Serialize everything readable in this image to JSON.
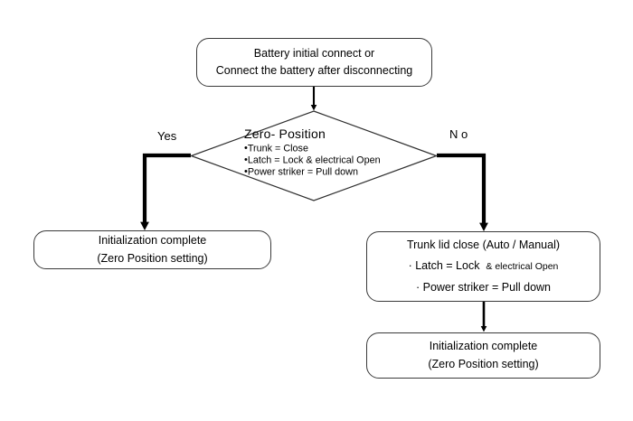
{
  "diagram": {
    "title": "Trunk lid zero-position initialization flow",
    "type": "flowchart",
    "background": "#ffffff",
    "line_color": "#000000",
    "node_border_color": "#3a3a3a"
  },
  "nodes": {
    "start": {
      "shape": "rounded-rectangle",
      "line1": "Battery initial connect or",
      "line2": "Connect the battery after disconnecting"
    },
    "decision": {
      "shape": "diamond",
      "title": "Zero- Position",
      "bullets": [
        "Trunk = Close",
        "Latch = Lock & electrical Open",
        "Power striker = Pull down"
      ],
      "bullet_glyph": "•"
    },
    "init_left": {
      "shape": "rounded-rectangle",
      "line1": "Initialization complete",
      "line2": "(Zero Position setting)"
    },
    "trunk_close": {
      "shape": "rounded-rectangle",
      "line1": "Trunk lid close (Auto / Manual)",
      "line2_prefix": "· Latch = Lock",
      "line2_small": "& electrical Open",
      "line3": "· Power striker = Pull down"
    },
    "init_right": {
      "shape": "rounded-rectangle",
      "line1": "Initialization complete",
      "line2": "(Zero Position setting)"
    }
  },
  "branches": {
    "yes_label": "Yes",
    "no_label": "N o"
  }
}
